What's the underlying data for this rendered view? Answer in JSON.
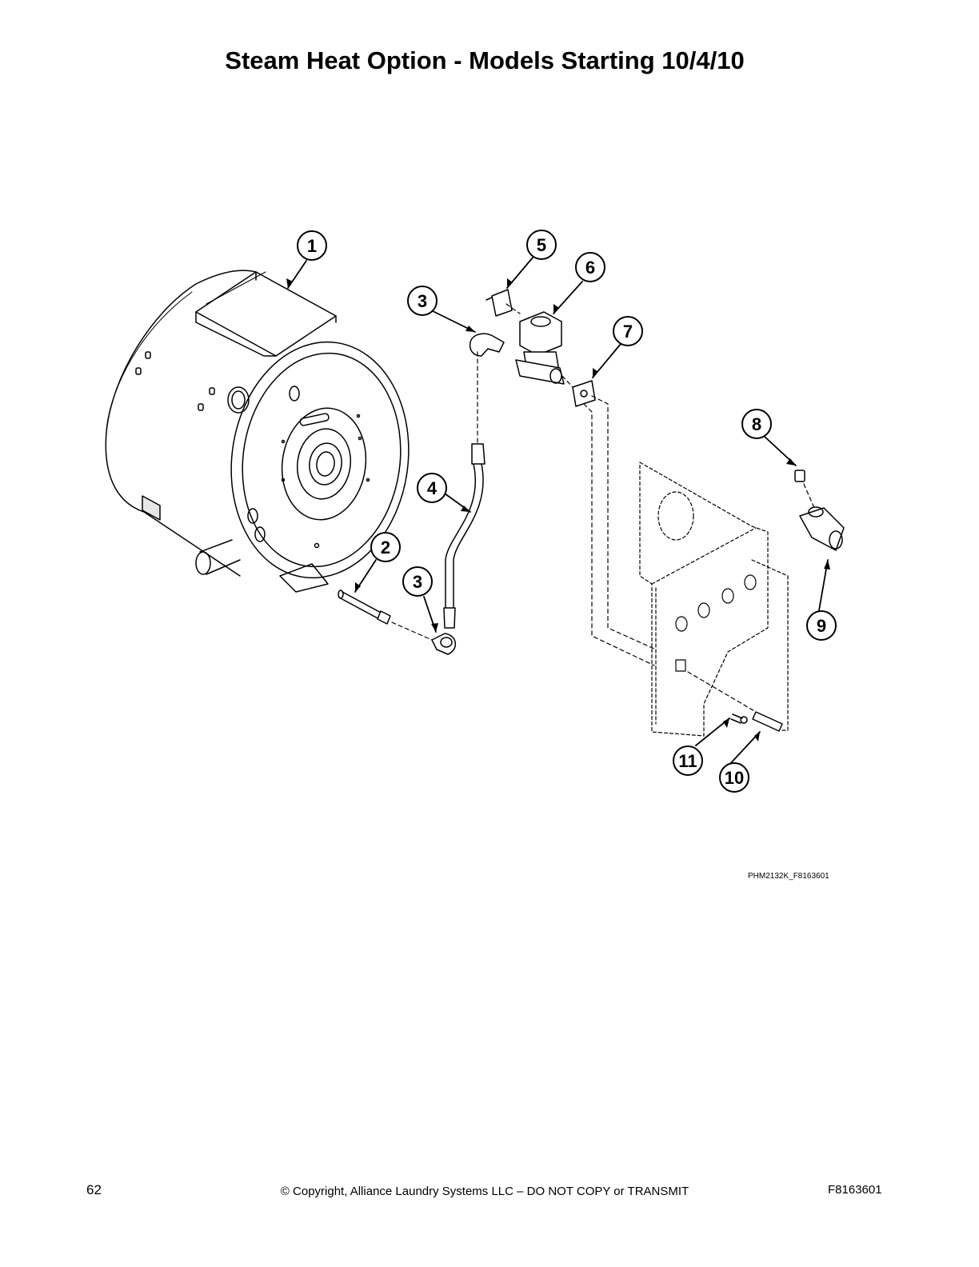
{
  "title": "Steam Heat Option - Models Starting 10/4/10",
  "callouts": [
    "1",
    "2",
    "3",
    "3",
    "4",
    "5",
    "6",
    "7",
    "8",
    "9",
    "10",
    "11"
  ],
  "figure_id": "PHM2132K_F8163601",
  "footer": {
    "page_number": "62",
    "copyright": "© Copyright, Alliance Laundry Systems LLC – DO NOT COPY or TRANSMIT",
    "document_number": "F8163601"
  },
  "colors": {
    "line": "#000000",
    "background": "#ffffff",
    "shade": "#e6e6e6"
  }
}
